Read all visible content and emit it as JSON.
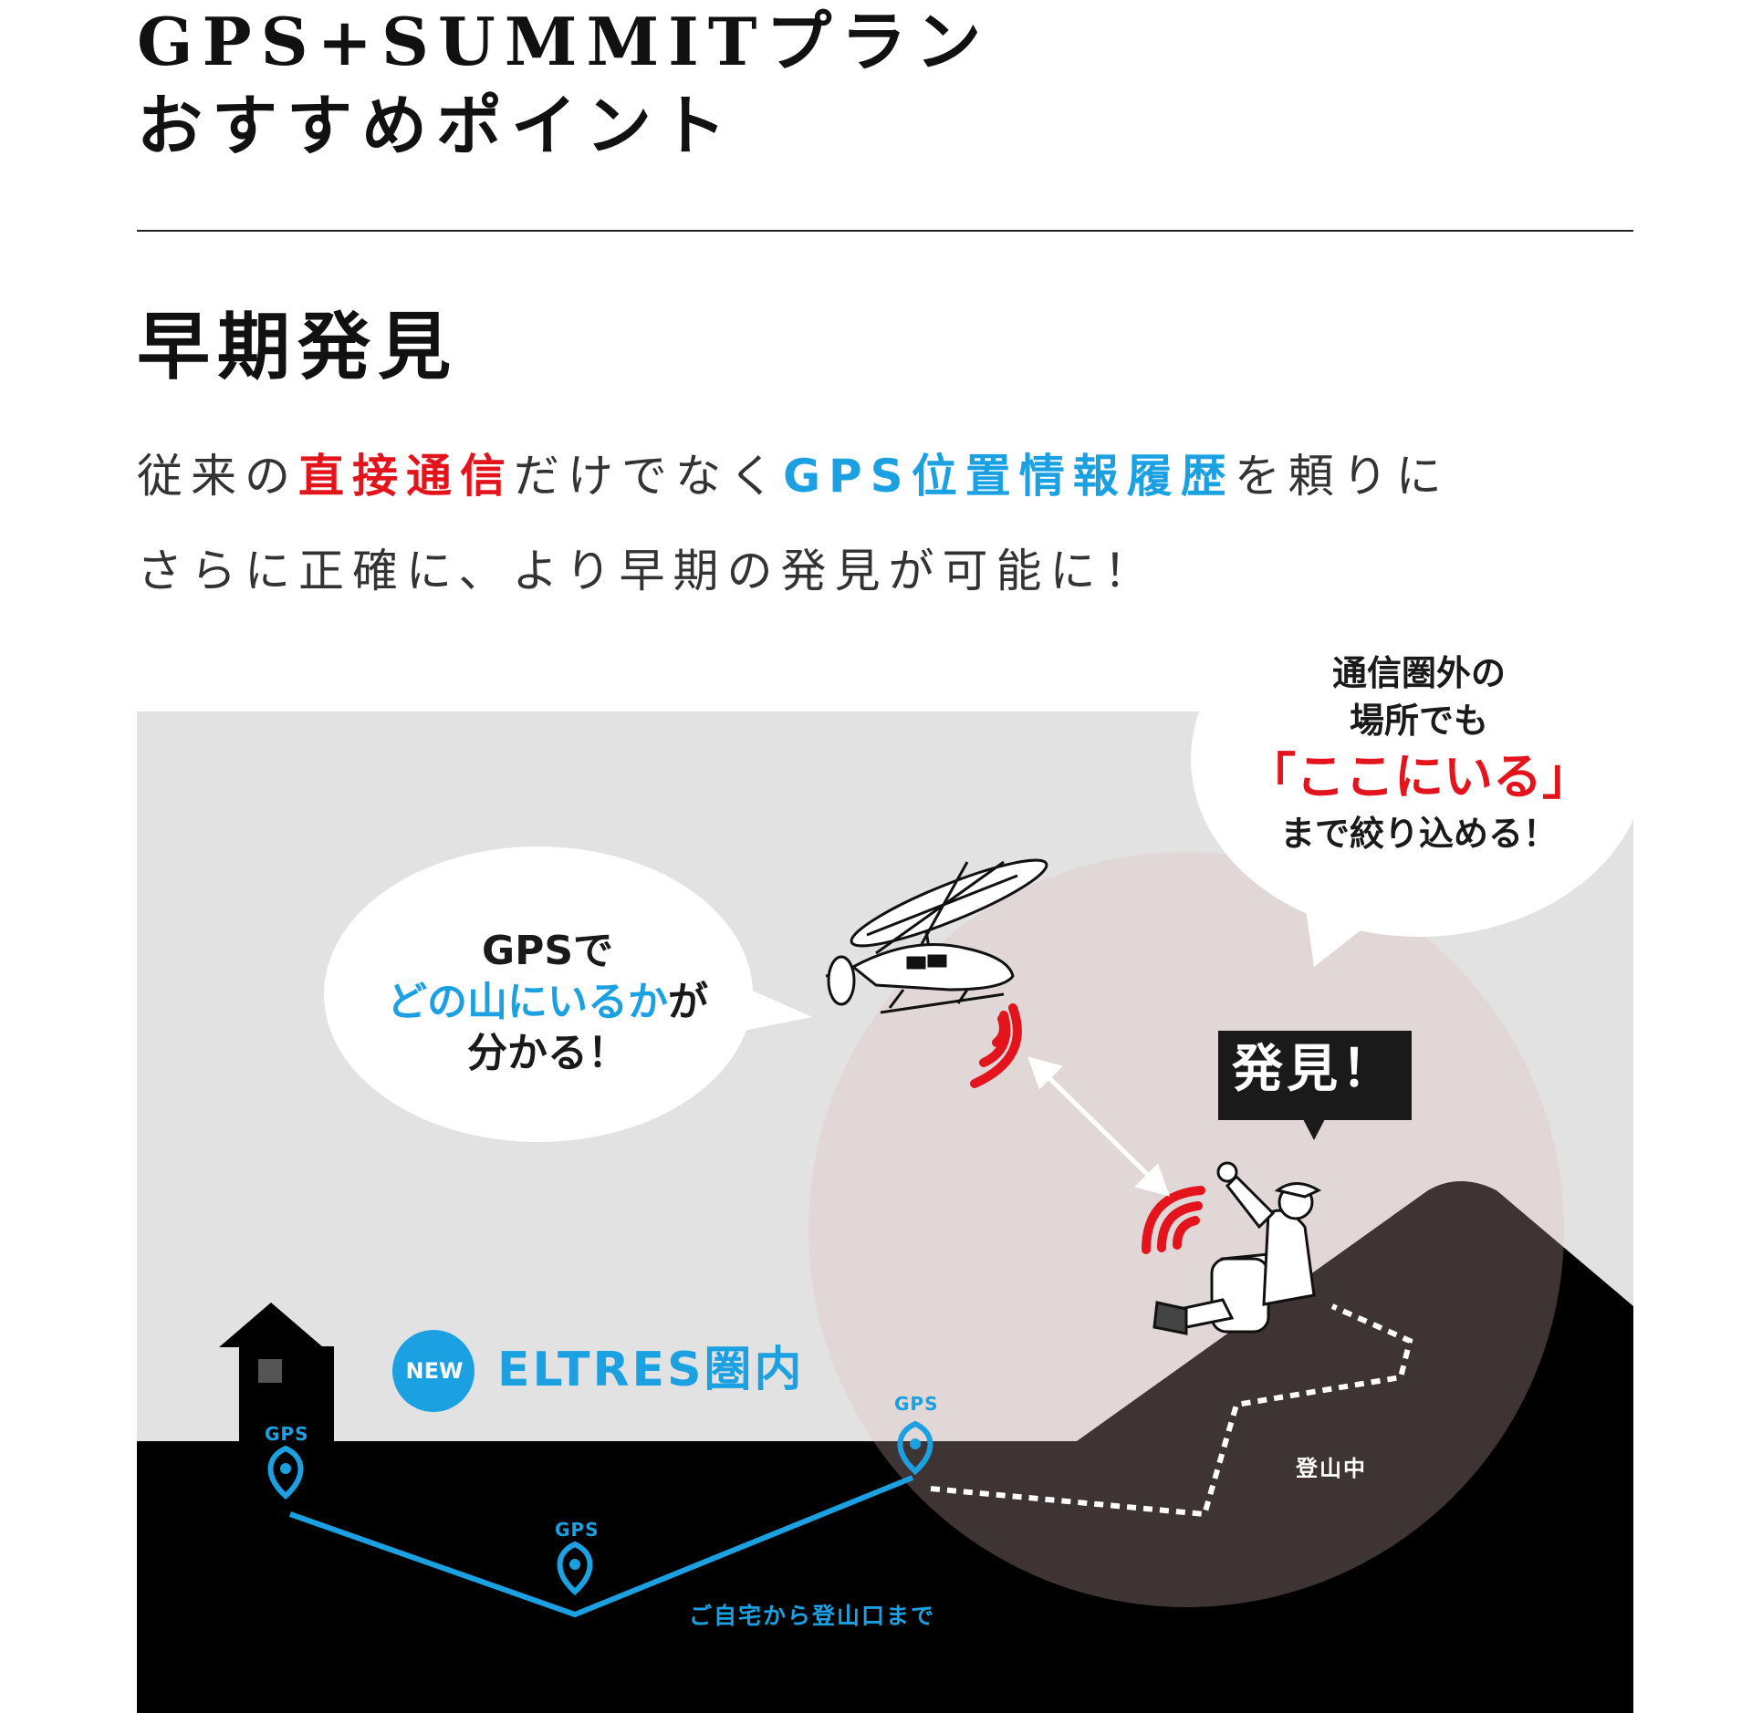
{
  "header": {
    "title_line1": "GPS+SUMMITプラン",
    "title_line2": "おすすめポイント"
  },
  "section": {
    "heading": "早期発見",
    "desc": {
      "l1_a": "従来の",
      "l1_b": "直接通信",
      "l1_c": "だけでなく",
      "l1_d": "GPS位置情報履歴",
      "l1_e": "を頼りに",
      "l2": "さらに正確に、より早期の発見が可能に！"
    }
  },
  "illustration": {
    "bubble_left": {
      "l1": "GPSで",
      "l2_blue": "どの山にいるか",
      "l2_tail": "が",
      "l3": "分かる！"
    },
    "bubble_right": {
      "l1": "通信圏外の",
      "l2": "場所でも",
      "l3": "「ここにいる」",
      "l4": "まで絞り込める！"
    },
    "found_label": "発見！",
    "new_badge": "NEW",
    "zone_label": "ELTRES圏内",
    "gps_pin_label": "GPS",
    "route_label": "ご自宅から登山口まで",
    "climbing_label": "登山中",
    "colors": {
      "accent_blue": "#1ba1e2",
      "accent_red": "#e3141c",
      "sky": "#e2e2e2",
      "ground": "#000000",
      "zone_pink": "#e3b9ba"
    },
    "icons": [
      "house-icon",
      "helicopter-icon",
      "hiker-icon",
      "signal-icon",
      "map-pin-icon"
    ]
  }
}
